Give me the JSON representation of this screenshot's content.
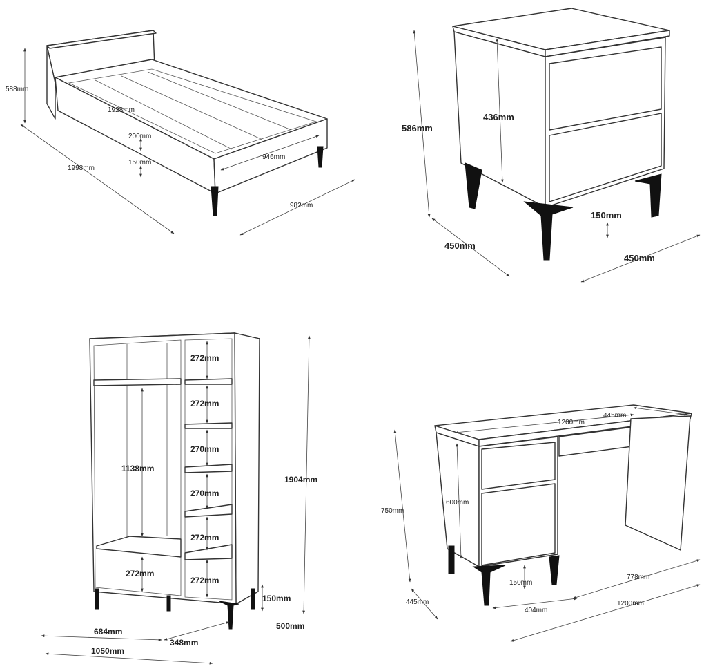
{
  "bed": {
    "height_label": "588mm",
    "inner_length_label": "1928mm",
    "rail_label": "200mm",
    "leg_label": "150mm",
    "inner_width_label": "946mm",
    "length_label": "1998mm",
    "width_label": "982mm"
  },
  "nightstand": {
    "height_label": "586mm",
    "body_label": "436mm",
    "leg_label": "150mm",
    "depth_label": "450mm",
    "width_label": "450mm"
  },
  "wardrobe": {
    "shelf_labels": [
      "272mm",
      "272mm",
      "270mm",
      "270mm",
      "272mm",
      "272mm"
    ],
    "hanging_label": "1138mm",
    "bottom_label": "272mm",
    "height_label": "1904mm",
    "leg_label": "150mm",
    "depth_label": "500mm",
    "left_width_label": "684mm",
    "right_width_label": "348mm",
    "width_label": "1050mm"
  },
  "desk": {
    "top_length_label": "1200mm",
    "top_depth_label": "445mm",
    "height_label": "750mm",
    "drawer_unit_label": "600mm",
    "leg_label": "150mm",
    "knee_label": "778mm",
    "drawer_width_label": "404mm",
    "depth_label": "445mm",
    "length_label": "1200mm"
  }
}
